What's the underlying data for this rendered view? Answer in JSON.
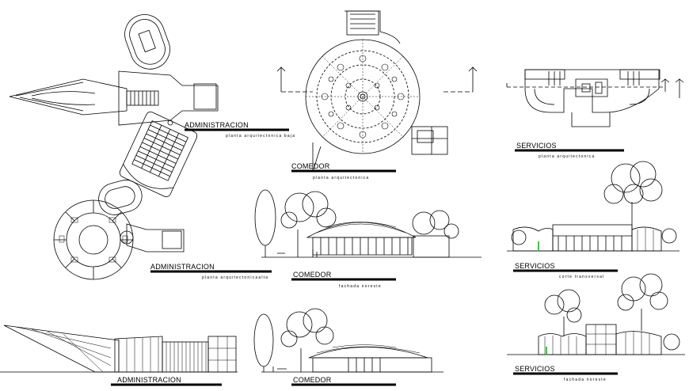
{
  "drawings": {
    "admin_plan_low": {
      "title": "ADMINISTRACION",
      "subtitle": "planta arquitectonica baja"
    },
    "comedor_plan": {
      "title": "COMEDOR",
      "subtitle": "planta arquitectonica"
    },
    "servicios_plan": {
      "title": "SERVICIOS",
      "subtitle": "planta arquitectonica"
    },
    "admin_plan_high": {
      "title": "ADMINISTRACION",
      "subtitle": "planta arquitectonicaalta"
    },
    "comedor_facade": {
      "title": "COMEDOR",
      "subtitle": "fachada noreste"
    },
    "servicios_section": {
      "title": "SERVICIOS",
      "subtitle": "corte transversal"
    },
    "admin_facade": {
      "title": "ADMINISTRACION",
      "subtitle": ""
    },
    "comedor_facade_2": {
      "title": "COMEDOR",
      "subtitle": ""
    },
    "servicios_facade": {
      "title": "SERVICIOS",
      "subtitle": "fachada noreste"
    }
  },
  "colors": {
    "line": "#000000",
    "background": "#ffffff",
    "accent_green": "#33cc33"
  }
}
